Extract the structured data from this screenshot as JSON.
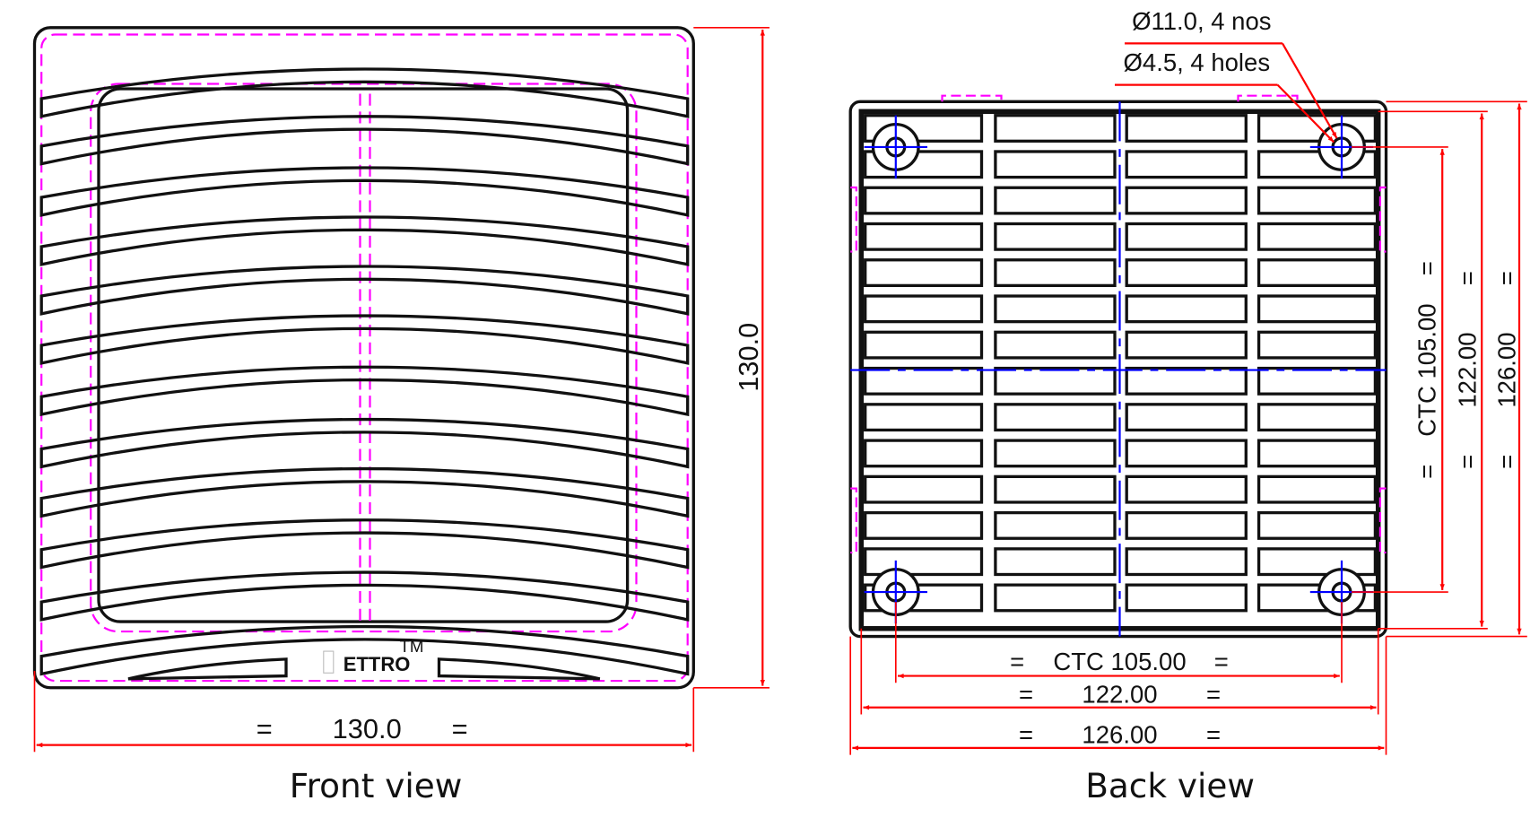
{
  "front_view": {
    "caption": "Front view",
    "width_dim": "130.0",
    "height_dim": "130.0",
    "equal_mark": "=",
    "logo_text": "ETTRO",
    "logo_tm": "TM"
  },
  "back_view": {
    "caption": "Back view",
    "hole_note_outer": "Ø11.0, 4 nos",
    "hole_note_inner": "Ø4.5, 4 holes",
    "ctc_h": "CTC 105.00",
    "inner_h": "122.00",
    "outer_h": "126.00",
    "ctc_v": "CTC 105.00",
    "inner_v": "122.00",
    "outer_v": "126.00",
    "equal_mark": "="
  },
  "colors": {
    "outline": "#111111",
    "dimension": "#ff0000",
    "hidden": "#ff00ff",
    "center": "#0000ff"
  }
}
